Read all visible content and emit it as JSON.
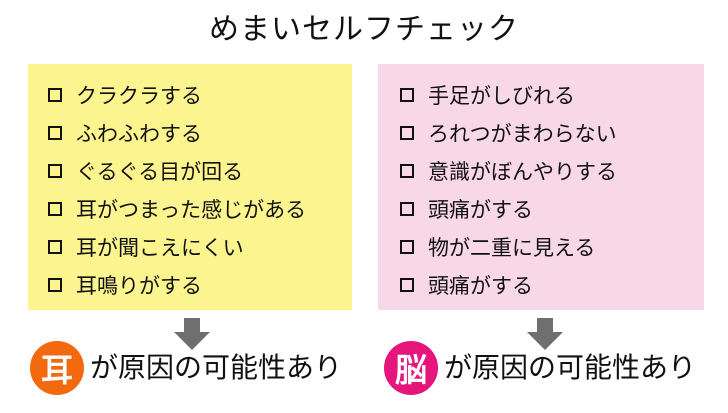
{
  "title": "めまいセルフチェック",
  "colors": {
    "left_panel_bg": "#fbf48f",
    "right_panel_bg": "#f8d7e7",
    "ear_badge": "#f26a0d",
    "brain_badge": "#e5157b",
    "arrow": "#6f6f6f"
  },
  "left_panel": {
    "items": [
      {
        "label": "クラクラする"
      },
      {
        "label": "ふわふわする"
      },
      {
        "label": "ぐるぐる目が回る"
      },
      {
        "label": "耳がつまった感じがある"
      },
      {
        "label": "耳が聞こえにくい"
      },
      {
        "label": "耳鳴りがする"
      }
    ],
    "result": {
      "badge": "耳",
      "text": "が原因の可能性あり"
    }
  },
  "right_panel": {
    "items": [
      {
        "label": "手足がしびれる"
      },
      {
        "label": "ろれつがまわらない"
      },
      {
        "label": "意識がぼんやりする"
      },
      {
        "label": "頭痛がする"
      },
      {
        "label": "物が二重に見える"
      },
      {
        "label": "頭痛がする"
      }
    ],
    "result": {
      "badge": "脳",
      "text": "が原因の可能性あり"
    }
  },
  "icons": {
    "checkbox": "checkbox-icon",
    "arrow": "arrow-down-icon"
  }
}
